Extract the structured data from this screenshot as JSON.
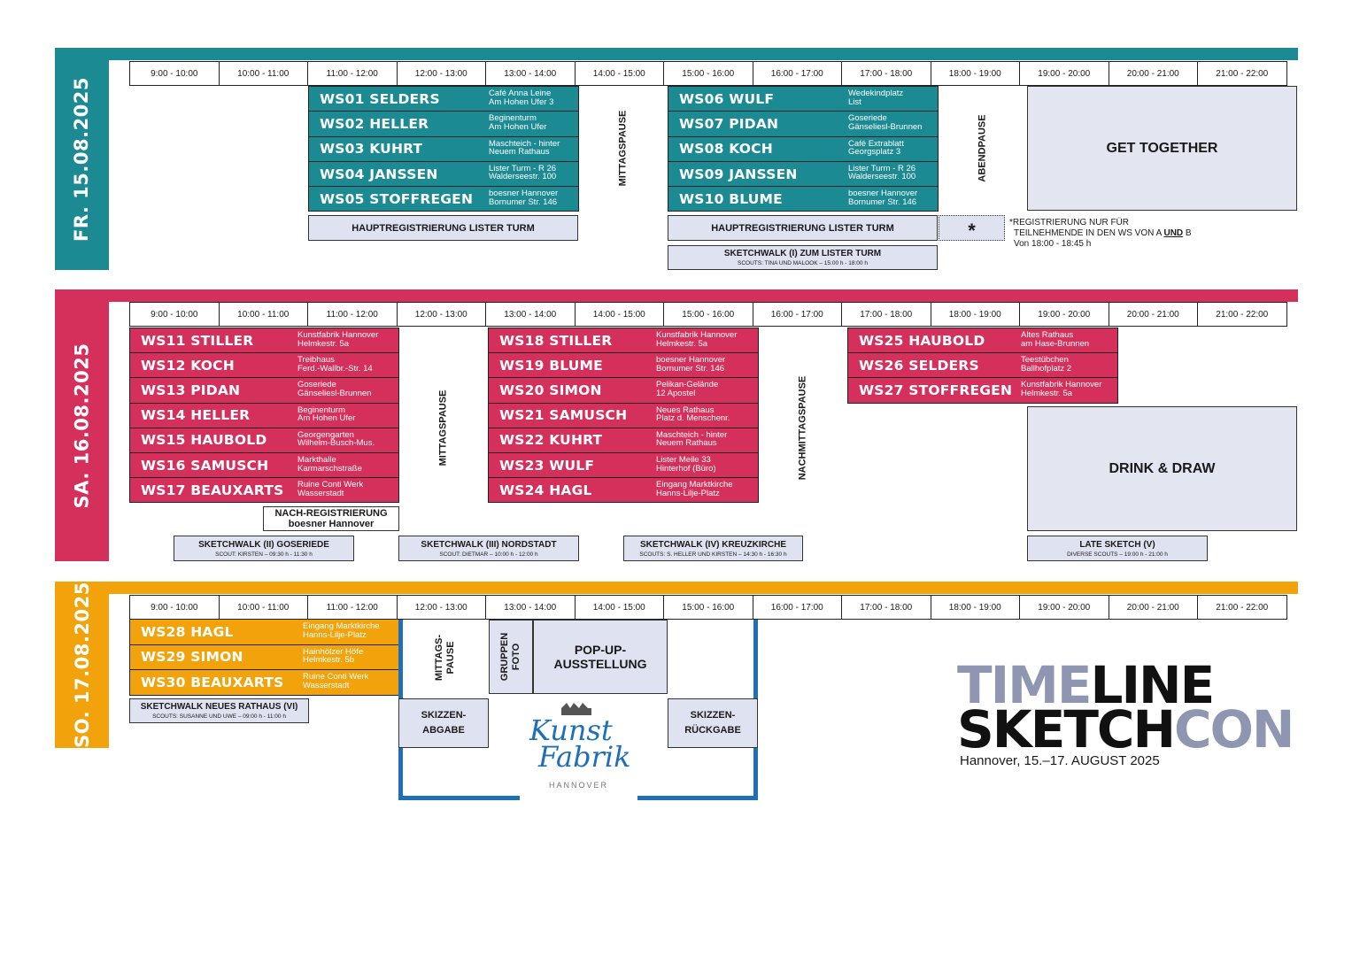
{
  "hours": [
    "9:00 - 10:00",
    "10:00 - 11:00",
    "11:00 - 12:00",
    "12:00 - 13:00",
    "13:00 - 14:00",
    "14:00 - 15:00",
    "15:00 - 16:00",
    "16:00 - 17:00",
    "17:00 - 18:00",
    "18:00 - 19:00",
    "19:00 - 20:00",
    "20:00 - 21:00",
    "21:00 - 22:00"
  ],
  "colors": {
    "teal": "#1b8a93",
    "red": "#d5305b",
    "gold": "#f2a20a",
    "lavender": "#dfe2f0"
  },
  "days": {
    "fri": {
      "label": "FR. 15.08.2025",
      "ws": [
        {
          "code": "WS01  SELDERS",
          "loc1": "Café Anna Leine",
          "loc2": "Am Hohen Ufer 3"
        },
        {
          "code": "WS02  HELLER",
          "loc1": "Beginenturm",
          "loc2": "Am Hohen Ufer"
        },
        {
          "code": "WS03  KUHRT",
          "loc1": "Maschteich - hinter",
          "loc2": "Neuem Rathaus"
        },
        {
          "code": "WS04  JANSSEN",
          "loc1": "Lister Turm - R 26",
          "loc2": "Walderseestr. 100"
        },
        {
          "code": "WS05  STOFFREGEN",
          "loc1": "boesner Hannover",
          "loc2": "Bornumer Str. 146"
        },
        {
          "code": "WS06  WULF",
          "loc1": "Wedekindplatz",
          "loc2": "List"
        },
        {
          "code": "WS07  PIDAN",
          "loc1": "Goseriede",
          "loc2": "Gänseliesl-Brunnen"
        },
        {
          "code": "WS08  KOCH",
          "loc1": "Café Extrablatt",
          "loc2": "Georgsplatz 3"
        },
        {
          "code": "WS09  JANSSEN",
          "loc1": "Lister Turm - R 26",
          "loc2": "Walderseestr. 100"
        },
        {
          "code": "WS10  BLUME",
          "loc1": "boesner Hannover",
          "loc2": "Bornumer Str. 146"
        }
      ],
      "mittagspause": "MITTAGSPAUSE",
      "abendpause": "ABENDPAUSE",
      "get_together": "GET TOGETHER",
      "reg1": "HAUPTREGISTRIERUNG LISTER TURM",
      "reg2": "HAUPTREGISTRIERUNG LISTER TURM",
      "asterisk": "*",
      "note1": "*REGISTRIERUNG NUR FÜR",
      "note2a": "TEILNEHMENDE IN DEN WS VON A ",
      "note2b": "UND",
      "note2c": " B",
      "note3": "Von 18:00 - 18:45 h",
      "sketchwalk_title": "SKETCHWALK (I) ZUM LISTER TURM",
      "sketchwalk_sub": "SCOUTS: TINA UND MALOOK – 15:00 h - 18:00 h"
    },
    "sat": {
      "label": "SA. 16.08.2025",
      "ws": [
        {
          "code": "WS11  STILLER",
          "loc1": "Kunstfabrik Hannover",
          "loc2": "Helmkestr. 5a"
        },
        {
          "code": "WS12  KOCH",
          "loc1": "Treibhaus",
          "loc2": "Ferd.-Wallbr.-Str. 14"
        },
        {
          "code": "WS13  PIDAN",
          "loc1": "Goseriede",
          "loc2": "Gänseliesl-Brunnen"
        },
        {
          "code": "WS14  HELLER",
          "loc1": "Beginenturm",
          "loc2": "Am Hohen Ufer"
        },
        {
          "code": "WS15  HAUBOLD",
          "loc1": "Georgengarten",
          "loc2": "Wilhelm-Busch-Mus."
        },
        {
          "code": "WS16  SAMUSCH",
          "loc1": "Markthalle",
          "loc2": "Karmarschstraße"
        },
        {
          "code": "WS17  BEAUXARTS",
          "loc1": "Ruine Conti Werk",
          "loc2": "Wasserstadt"
        },
        {
          "code": "WS18  STILLER",
          "loc1": "Kunstfabrik Hannover",
          "loc2": "Helmkestr. 5a"
        },
        {
          "code": "WS19  BLUME",
          "loc1": "boesner Hannover",
          "loc2": "Bornumer Str. 146"
        },
        {
          "code": "WS20  SIMON",
          "loc1": "Pelikan-Gelände",
          "loc2": "12 Apostel"
        },
        {
          "code": "WS21  SAMUSCH",
          "loc1": "Neues Rathaus",
          "loc2": "Platz d. Menschenr."
        },
        {
          "code": "WS22  KUHRT",
          "loc1": "Maschteich - hinter",
          "loc2": "Neuem Rathaus"
        },
        {
          "code": "WS23  WULF",
          "loc1": "Lister Meile 33",
          "loc2": "Hinterhof (Büro)"
        },
        {
          "code": "WS24  HAGL",
          "loc1": "Eingang Marktkirche",
          "loc2": "Hanns-Lilje-Platz"
        },
        {
          "code": "WS25  HAUBOLD",
          "loc1": "Altes Rathaus",
          "loc2": "am Hase-Brunnen"
        },
        {
          "code": "WS26  SELDERS",
          "loc1": "Teestübchen",
          "loc2": "Ballhofplatz 2"
        },
        {
          "code": "WS27  STOFFREGEN",
          "loc1": "Kunstfabrik Hannover",
          "loc2": "Helmkestr. 5a"
        }
      ],
      "mittagspause": "MITTAGSPAUSE",
      "nachmittagspause": "NACHMITTAGSPAUSE",
      "drink_draw": "DRINK & DRAW",
      "nachreg1": "NACH-REGISTRIERUNG",
      "nachreg2": "boesner Hannover",
      "sw2_title": "SKETCHWALK (II) GOSERIEDE",
      "sw2_sub": "SCOUT: KIRSTEN – 09:30 h - 11:30 h",
      "sw3_title": "SKETCHWALK (III) NORDSTADT",
      "sw3_sub": "SCOUT: DIETMAR – 10:00 h - 12:00 h",
      "sw4_title": "SKETCHWALK (IV) KREUZKIRCHE",
      "sw4_sub": "SCOUTS: S. HELLER UND KIRSTEN – 14:30 h - 16:30 h",
      "sw5_title": "LATE  SKETCH (V)",
      "sw5_sub": "DIVERSE SCOUTS – 19:00 h - 21:00 h"
    },
    "sun": {
      "label": "SO. 17.08.2025",
      "ws": [
        {
          "code": "WS28  HAGL",
          "loc1": "Eingang Marktkirche",
          "loc2": "Hanns-Lilje-Platz"
        },
        {
          "code": "WS29  SIMON",
          "loc1": "Hainhölzer Höfe",
          "loc2": "Helmkestr. 5b"
        },
        {
          "code": "WS30  BEAUXARTS",
          "loc1": "Ruine Conti Werk",
          "loc2": "Wasserstadt"
        }
      ],
      "sw6_title": "SKETCHWALK NEUES RATHAUS (VI)",
      "sw6_sub": "SCOUTS: SUSANNE UND UWE – 09:00 h - 11:00 h",
      "mittags1": "MITTAGS-",
      "mittags2": "PAUSE",
      "gruppen1": "GRUPPEN",
      "gruppen2": "FOTO",
      "popup1": "POP-UP-",
      "popup2": "AUSSTELLUNG",
      "abgabe1": "SKIZZEN-",
      "abgabe2": "ABGABE",
      "rueck1": "SKIZZEN-",
      "rueck2": "RÜCKGABE",
      "kunst": "Kunst",
      "fabrik": "Fabrik",
      "hannover": "HANNOVER"
    }
  },
  "brand": {
    "timeline_a": "TIME",
    "timeline_b": "LINE",
    "sketchcon_a": "SKETCH",
    "sketchcon_b": "CON",
    "subtitle": "Hannover, 15.–17. AUGUST 2025"
  }
}
